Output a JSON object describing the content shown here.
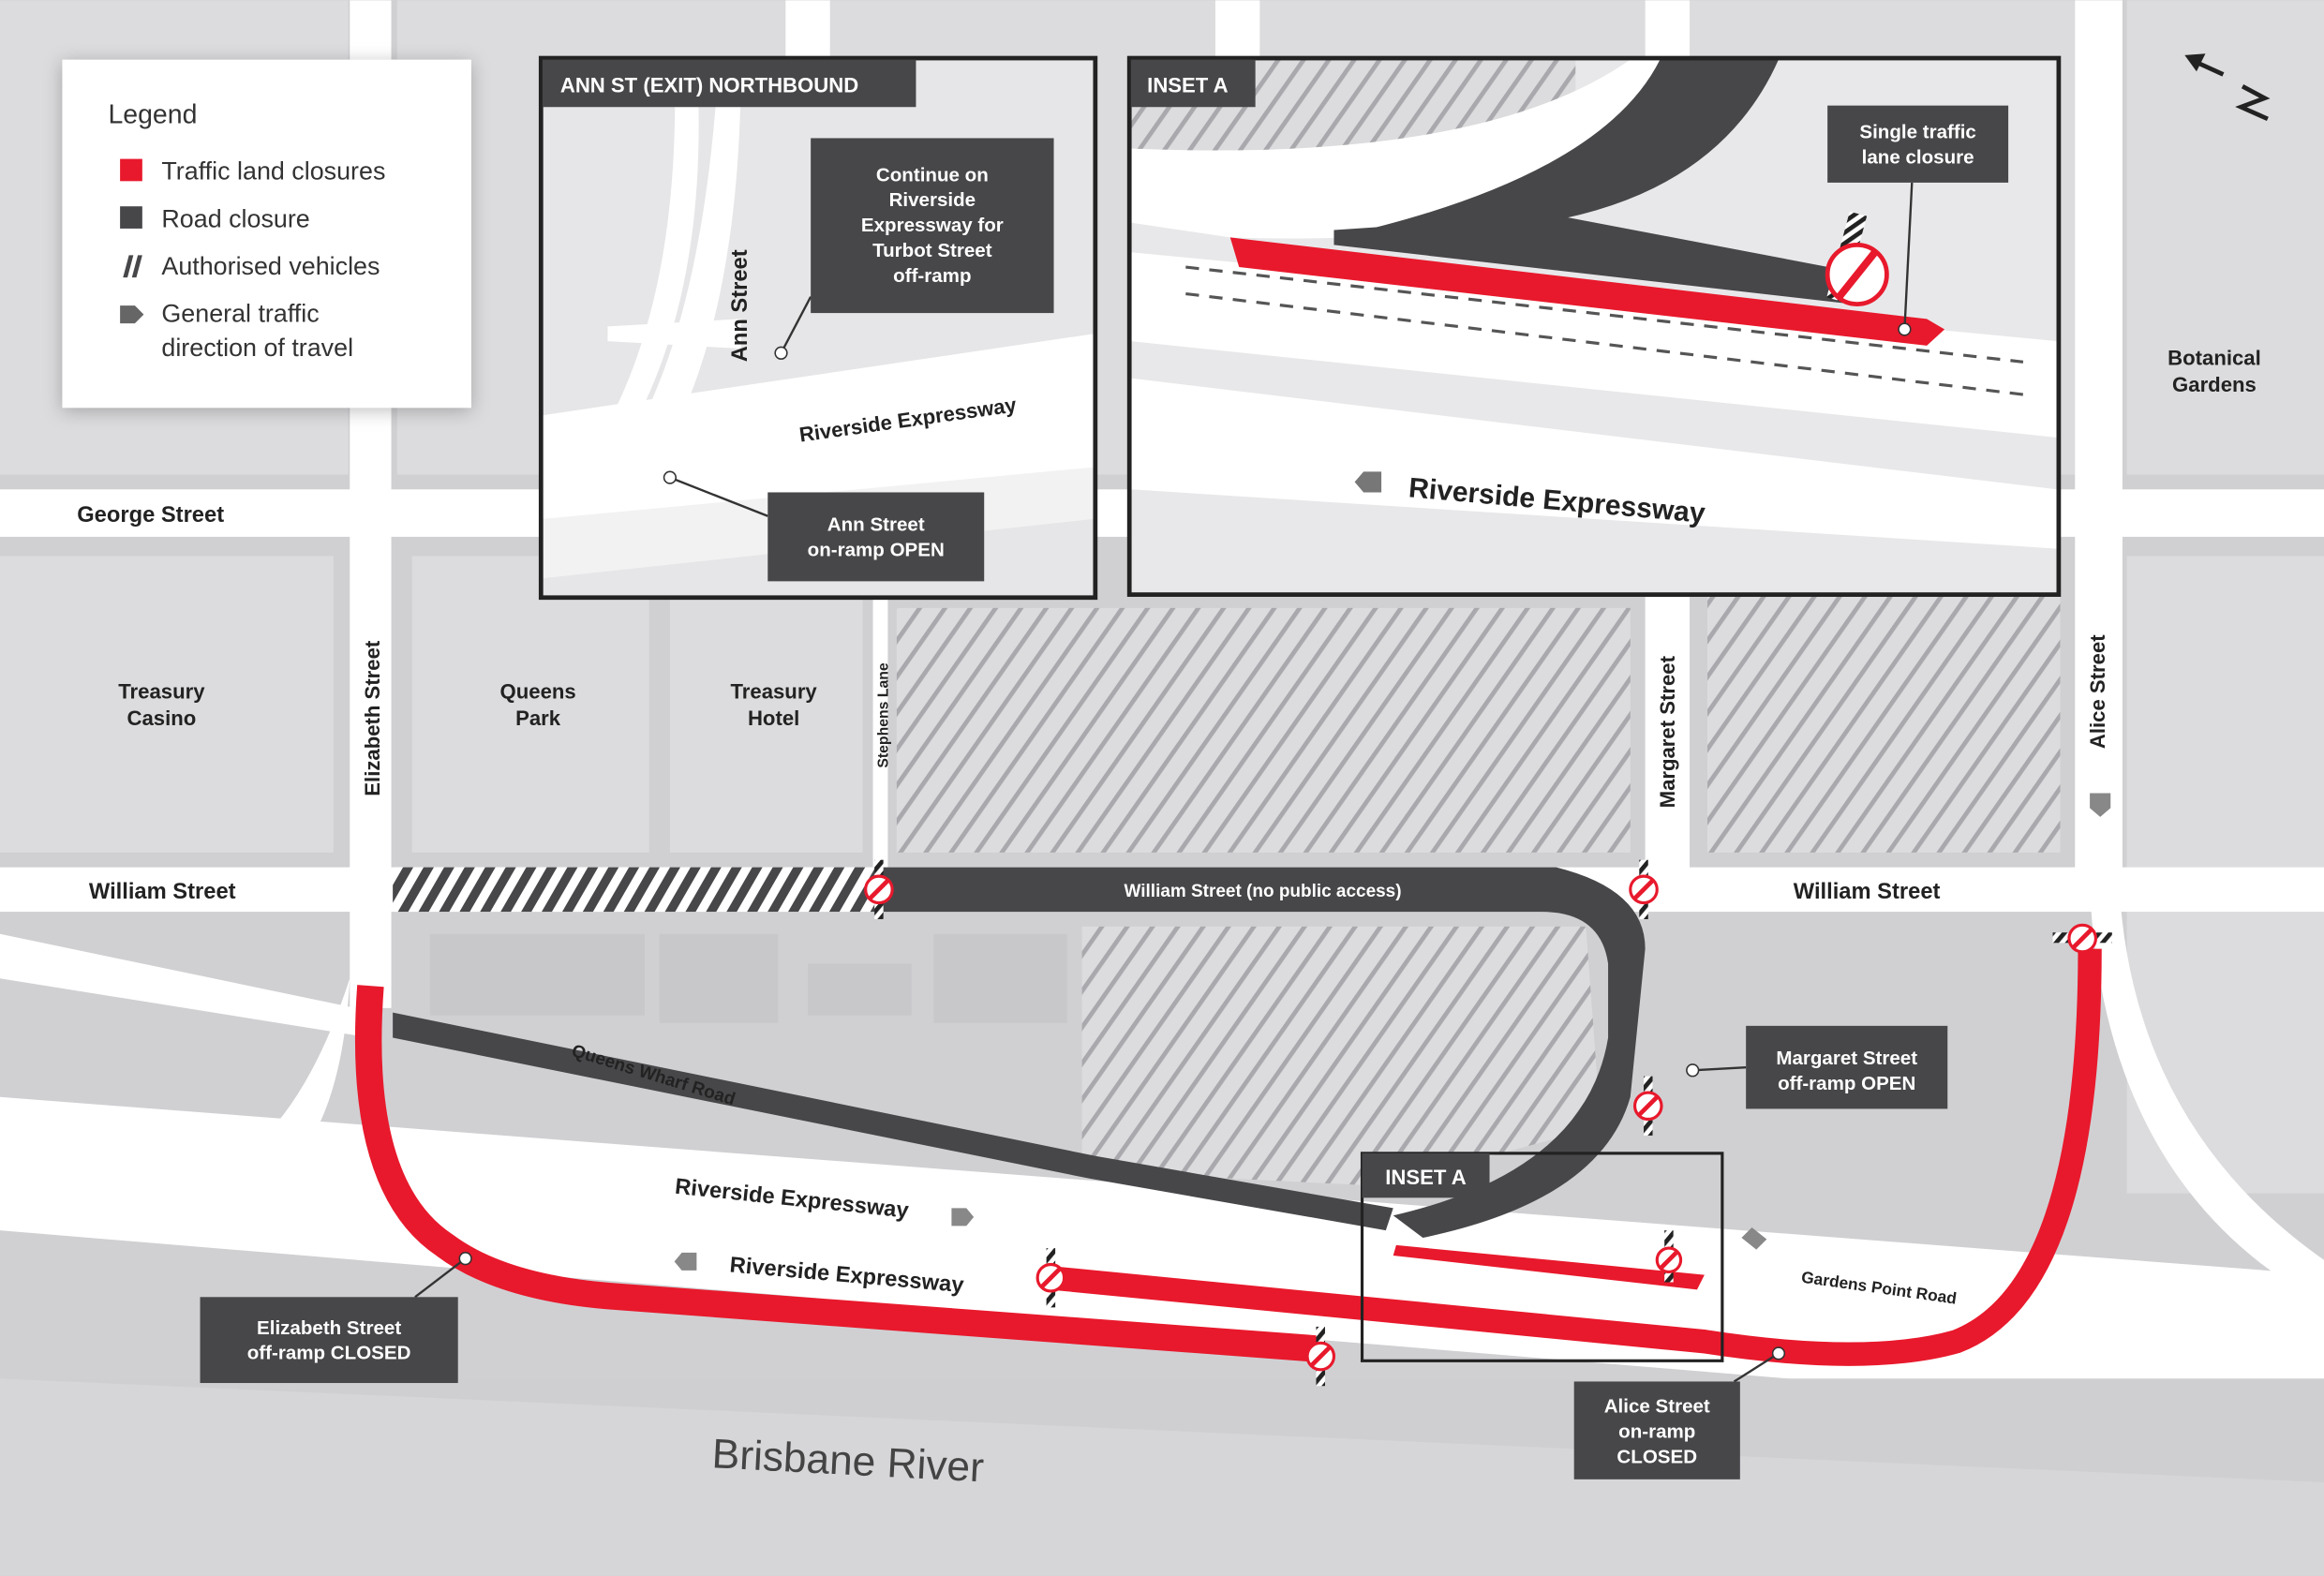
{
  "legend": {
    "title": "Legend",
    "items": [
      {
        "label": "Traffic land closures",
        "icon": "red-square-icon",
        "color": "#e8192c"
      },
      {
        "label": "Road closure",
        "icon": "dark-square-icon",
        "color": "#47474a"
      },
      {
        "label": "Authorised vehicles",
        "icon": "hatch-icon"
      },
      {
        "label_line1": "General traffic",
        "label_line2": "direction of travel",
        "icon": "direction-arrow-icon"
      }
    ]
  },
  "colors": {
    "closure": "#e8192c",
    "road_closed": "#47474a",
    "road": "#ffffff",
    "block": "#dcdcde",
    "ground": "#d0d0d3"
  },
  "inset_ann": {
    "title": "ANN ST (EXIT) NORTHBOUND",
    "ann_street": "Ann Street",
    "riverside": "Riverside Expressway",
    "callout1": [
      "Continue on",
      "Riverside",
      "Expressway for",
      "Turbot Street",
      "off-ramp"
    ],
    "callout2": [
      "Ann Street",
      "on-ramp OPEN"
    ]
  },
  "inset_a": {
    "title": "INSET A",
    "callout": [
      "Single traffic",
      "lane closure"
    ],
    "riverside": "Riverside Expressway"
  },
  "map": {
    "compass": "N",
    "botanical": [
      "Botanical",
      "Gardens"
    ],
    "george_street": "George Street",
    "william_street_west": "William Street",
    "william_street_east": "William Street",
    "william_closed": "William Street (no public access)",
    "elizabeth_street": "Elizabeth Street",
    "stephens_lane": "Stephens Lane",
    "margaret_street": "Margaret Street",
    "alice_street": "Alice Street",
    "treasury_casino": [
      "Treasury",
      "Casino"
    ],
    "queens_park": [
      "Queens",
      "Park"
    ],
    "treasury_hotel": [
      "Treasury",
      "Hotel"
    ],
    "queens_wharf_road": "Queens Wharf Road",
    "riverside_north": "Riverside Expressway",
    "riverside_south": "Riverside Expressway",
    "gardens_point_road": "Gardens Point Road",
    "inset_a_label": "INSET A",
    "river": "Brisbane River",
    "callout_elizabeth": [
      "Elizabeth Street",
      "off-ramp CLOSED"
    ],
    "callout_margaret": [
      "Margaret Street",
      "off-ramp OPEN"
    ],
    "callout_alice": [
      "Alice Street",
      "on-ramp",
      "CLOSED"
    ]
  }
}
